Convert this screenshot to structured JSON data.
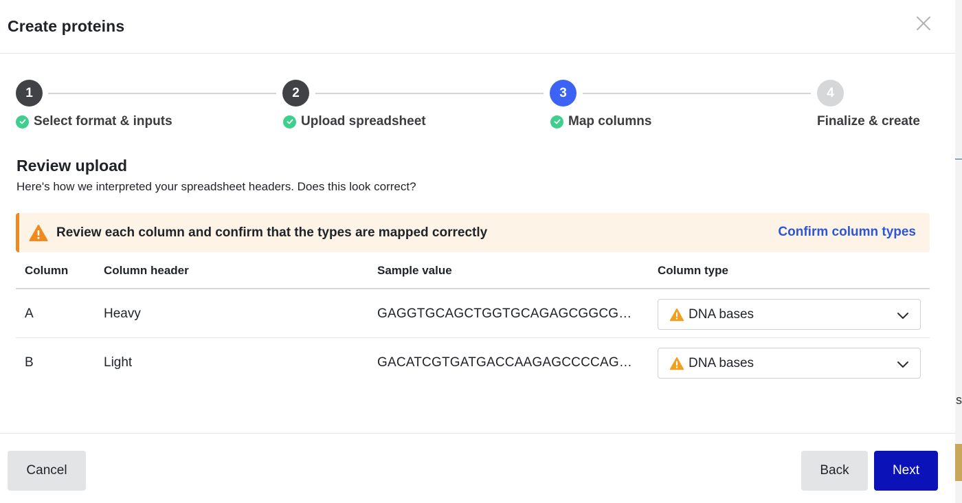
{
  "modal": {
    "title": "Create proteins"
  },
  "stepper": {
    "steps": [
      {
        "number": "1",
        "label": "Select format & inputs",
        "status": "done"
      },
      {
        "number": "2",
        "label": "Upload spreadsheet",
        "status": "done"
      },
      {
        "number": "3",
        "label": "Map columns",
        "status": "active"
      },
      {
        "number": "4",
        "label": "Finalize & create",
        "status": "pending"
      }
    ]
  },
  "review": {
    "title": "Review upload",
    "subtitle": "Here's how we interpreted your spreadsheet headers. Does this look correct?"
  },
  "alert": {
    "message": "Review each column and confirm that the types are mapped correctly",
    "action_label": "Confirm column types",
    "accent_color": "#f08a1c"
  },
  "table": {
    "headers": {
      "column": "Column",
      "column_header": "Column header",
      "sample_value": "Sample value",
      "column_type": "Column type"
    },
    "rows": [
      {
        "column": "A",
        "header": "Heavy",
        "sample": "GAGGTGCAGCTGGTGCAGAGCGGCGC...",
        "type": "DNA bases"
      },
      {
        "column": "B",
        "header": "Light",
        "sample": "GACATCGTGATGACCAAGAGCCCCAGC...",
        "type": "DNA bases"
      }
    ]
  },
  "footer": {
    "cancel_label": "Cancel",
    "back_label": "Back",
    "next_label": "Next"
  },
  "colors": {
    "active_step": "#3d63f5",
    "done_step": "#404245",
    "check": "#3ecf8e",
    "primary_button": "#0a12b8",
    "link": "#2d55d8"
  },
  "icons": {
    "close": "close-icon",
    "check": "check-icon",
    "warning": "warning-icon",
    "chevron": "chevron-down-icon"
  }
}
